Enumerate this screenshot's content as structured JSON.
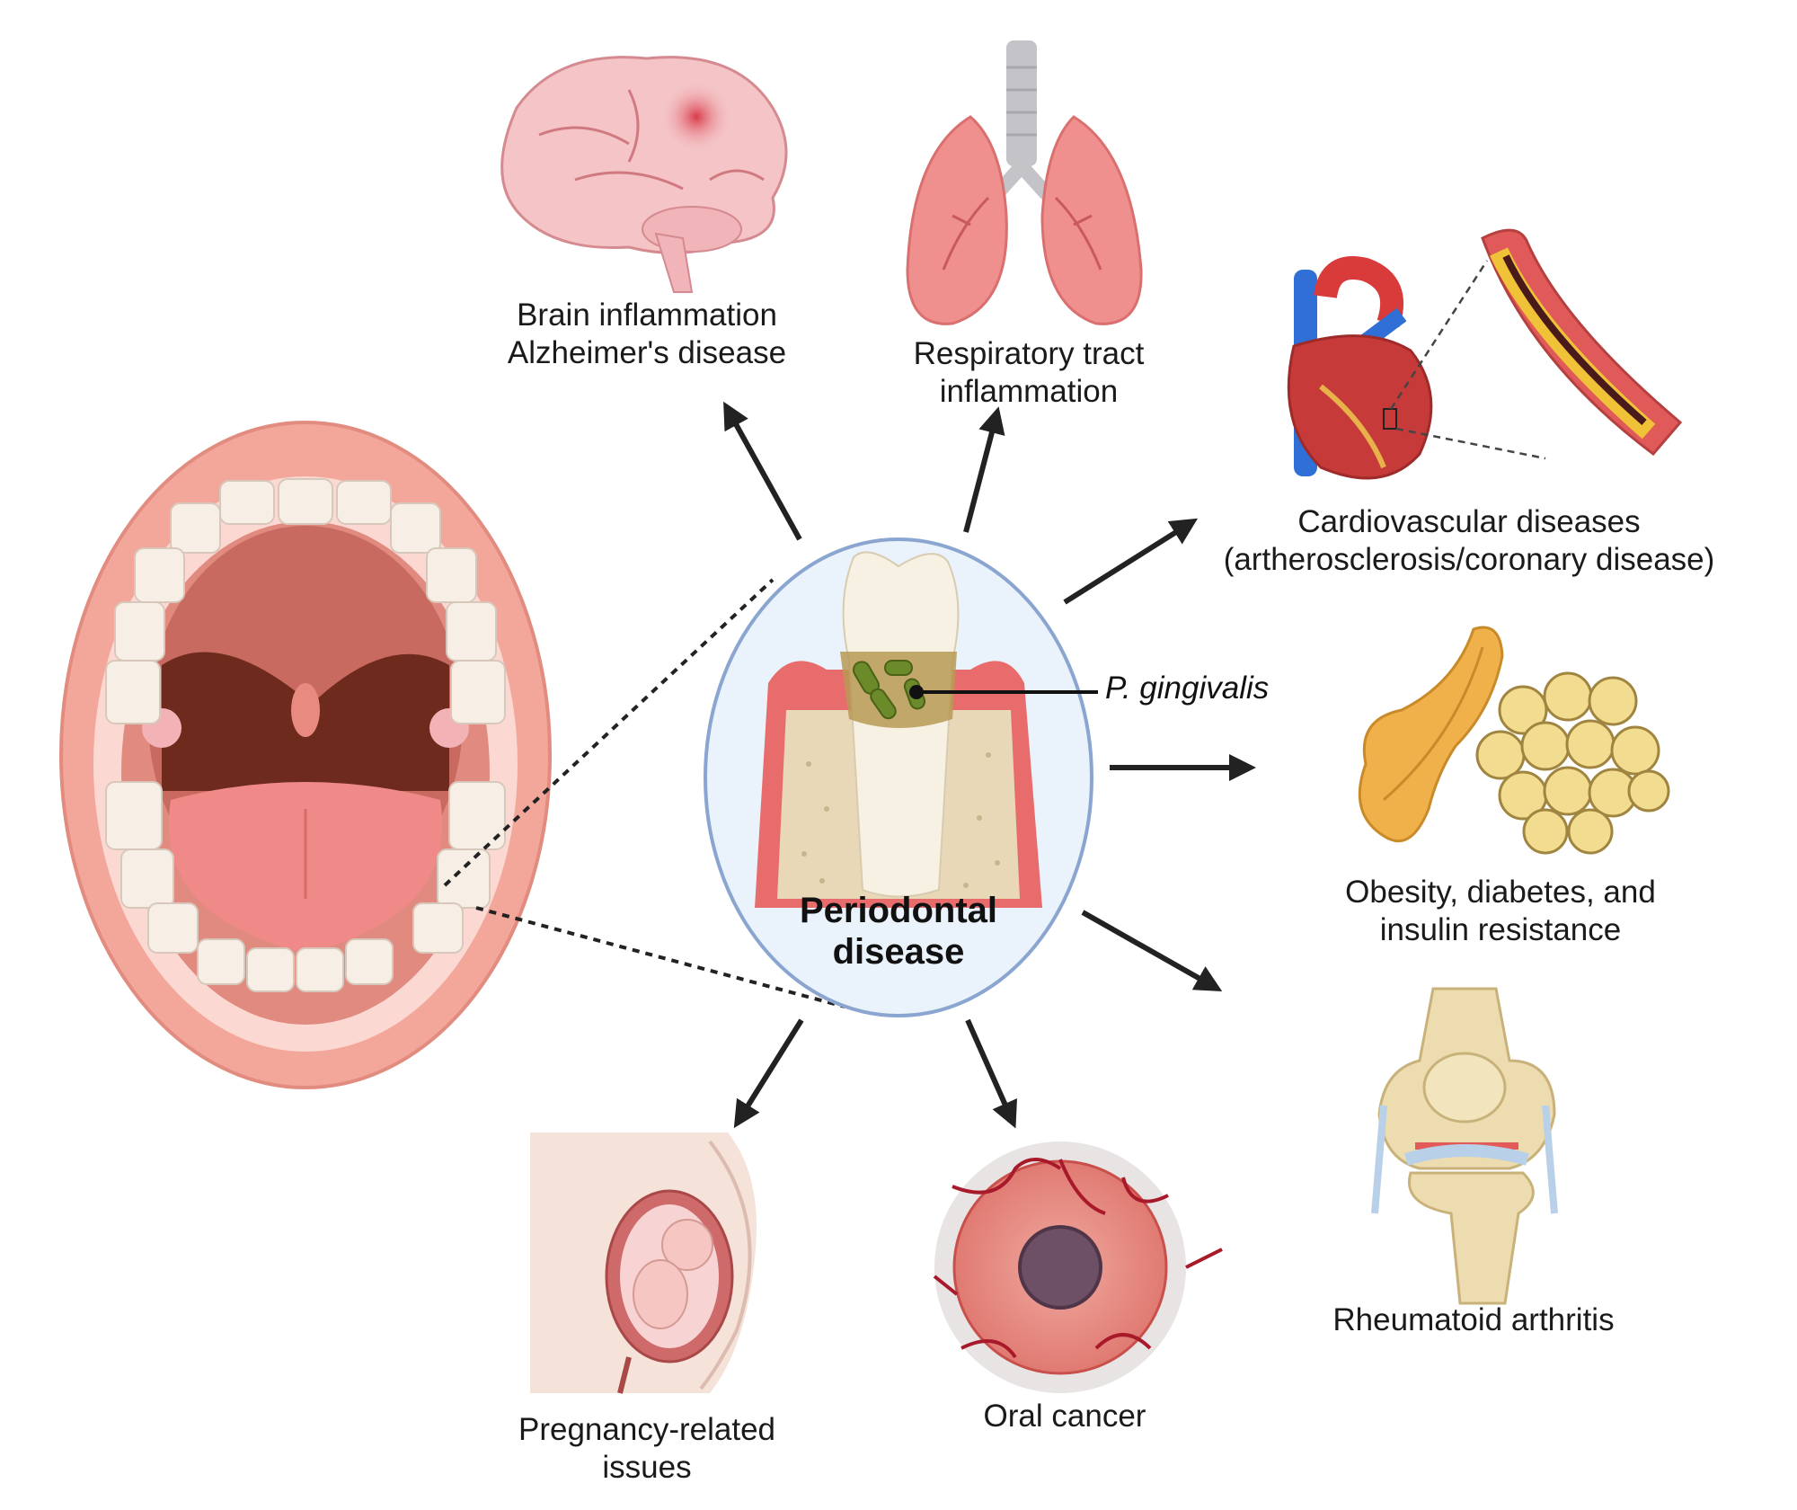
{
  "center": {
    "title_line1": "Periodontal",
    "title_line2": "disease",
    "pathogen": "P. gingivalis"
  },
  "labels": {
    "brain": {
      "line1": "Brain inflammation",
      "line2": "Alzheimer's disease"
    },
    "lungs": {
      "line1": "Respiratory tract",
      "line2": "inflammation"
    },
    "heart": {
      "line1": "Cardiovascular diseases",
      "line2": "(artherosclerosis/coronary disease)"
    },
    "metabolic": {
      "line1": "Obesity, diabetes, and",
      "line2": "insulin resistance"
    },
    "joint": {
      "line1": "Rheumatoid arthritis"
    },
    "cancer": {
      "line1": "Oral cancer"
    },
    "pregnancy": {
      "line1": "Pregnancy-related",
      "line2": "issues"
    }
  },
  "colors": {
    "arrow": "#222222",
    "ellipse_fill": "#eaf2fb",
    "ellipse_stroke": "#8aa6d0",
    "lip": "#f1a094",
    "gum": "#e86c6c",
    "bone": "#e8d8b8",
    "tooth": "#f6f1e2",
    "bacteria": "#6b8a2a"
  }
}
